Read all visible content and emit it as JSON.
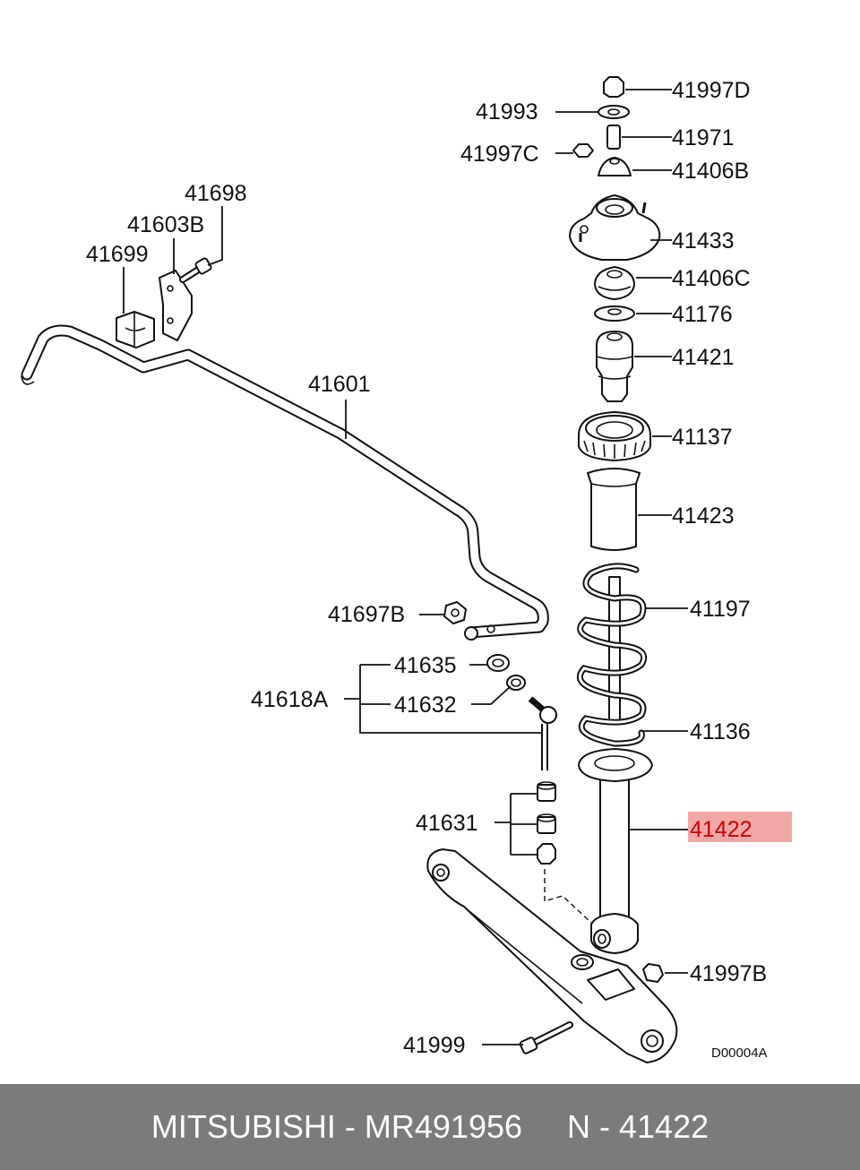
{
  "colors": {
    "highlight": "#f2a7a7",
    "highlight_text": "#cc0000",
    "footer_bg": "#7b7b7b",
    "footer_text": "#ffffff"
  },
  "labels": {
    "l41997D": "41997D",
    "l41993": "41993",
    "l41971": "41971",
    "l41997C": "41997C",
    "l41406B": "41406B",
    "l41433": "41433",
    "l41406C": "41406C",
    "l41176": "41176",
    "l41421": "41421",
    "l41137": "41137",
    "l41423": "41423",
    "l41197": "41197",
    "l41136": "41136",
    "l41422": "41422",
    "l41997B": "41997B",
    "l41999": "41999",
    "l41698": "41698",
    "l41603B": "41603B",
    "l41699": "41699",
    "l41601": "41601",
    "l41697B": "41697B",
    "l41635": "41635",
    "l41618A": "41618A",
    "l41632": "41632",
    "l41631": "41631"
  },
  "diagram_code": "D00004A",
  "footer": {
    "brand": "MITSUBISHI",
    "sep1": " - ",
    "part_number": "MR491956",
    "sep2": "     N - ",
    "ref": "41422"
  }
}
